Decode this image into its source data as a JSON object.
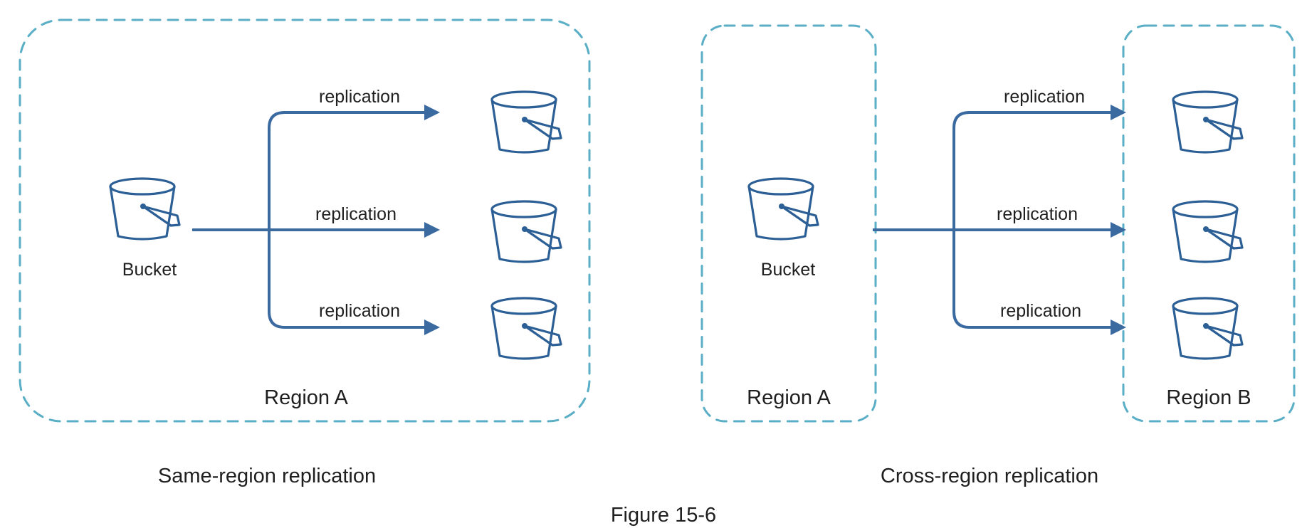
{
  "diagram": {
    "left": {
      "source_label": "Bucket",
      "region_label": "Region A",
      "edge_labels": [
        "replication",
        "replication",
        "replication"
      ],
      "caption": "Same-region replication"
    },
    "right": {
      "source_label": "Bucket",
      "source_region_label": "Region A",
      "target_region_label": "Region B",
      "edge_labels": [
        "replication",
        "replication",
        "replication"
      ],
      "caption": "Cross-region replication"
    },
    "figure_caption": "Figure 15-6",
    "icons": {
      "bucket": "bucket-icon"
    },
    "colors": {
      "region_border": "#5aaec6",
      "arrow": "#3a6aa0",
      "bucket": "#2b5f95"
    }
  }
}
